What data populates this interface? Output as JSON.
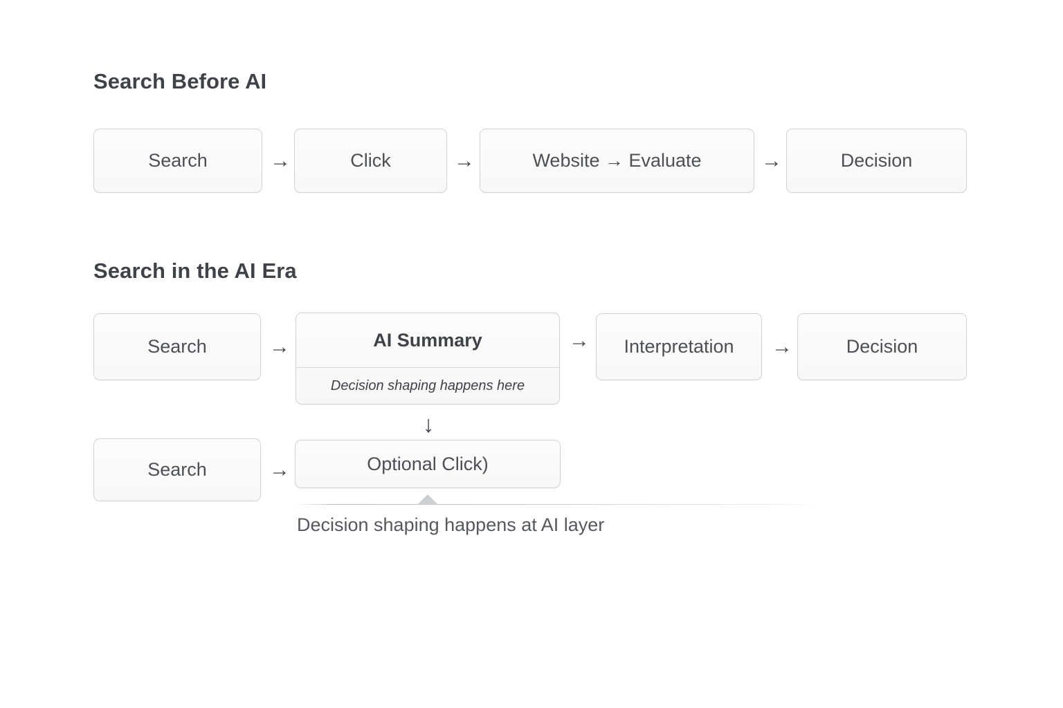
{
  "page": {
    "background": "#ffffff",
    "text_color": "#4a4d52",
    "border_color": "#cfd2d6"
  },
  "sections": {
    "before_ai": {
      "title": "Search Before AI",
      "nodes": [
        {
          "label": "Search"
        },
        {
          "label": "Click"
        },
        {
          "label": "Website → Evaluate"
        },
        {
          "label": "Decision"
        }
      ],
      "connectors": [
        "→",
        "→",
        "→"
      ]
    },
    "ai_era": {
      "title": "Search in the AI Era",
      "row_primary": {
        "search_label": "Search",
        "ai_summary": {
          "title": "AI Summary",
          "subtitle": "Decision shaping happens here"
        },
        "interpretation_label": "Interpretation",
        "decision_label": "Decision",
        "connectors": [
          "→",
          "→",
          "→"
        ]
      },
      "row_optional": {
        "down_arrow": "↓",
        "search_label": "Search",
        "optional_click_label": "Optional Click)",
        "connector": "→"
      },
      "caption": "Decision shaping happens at AI layer"
    }
  }
}
